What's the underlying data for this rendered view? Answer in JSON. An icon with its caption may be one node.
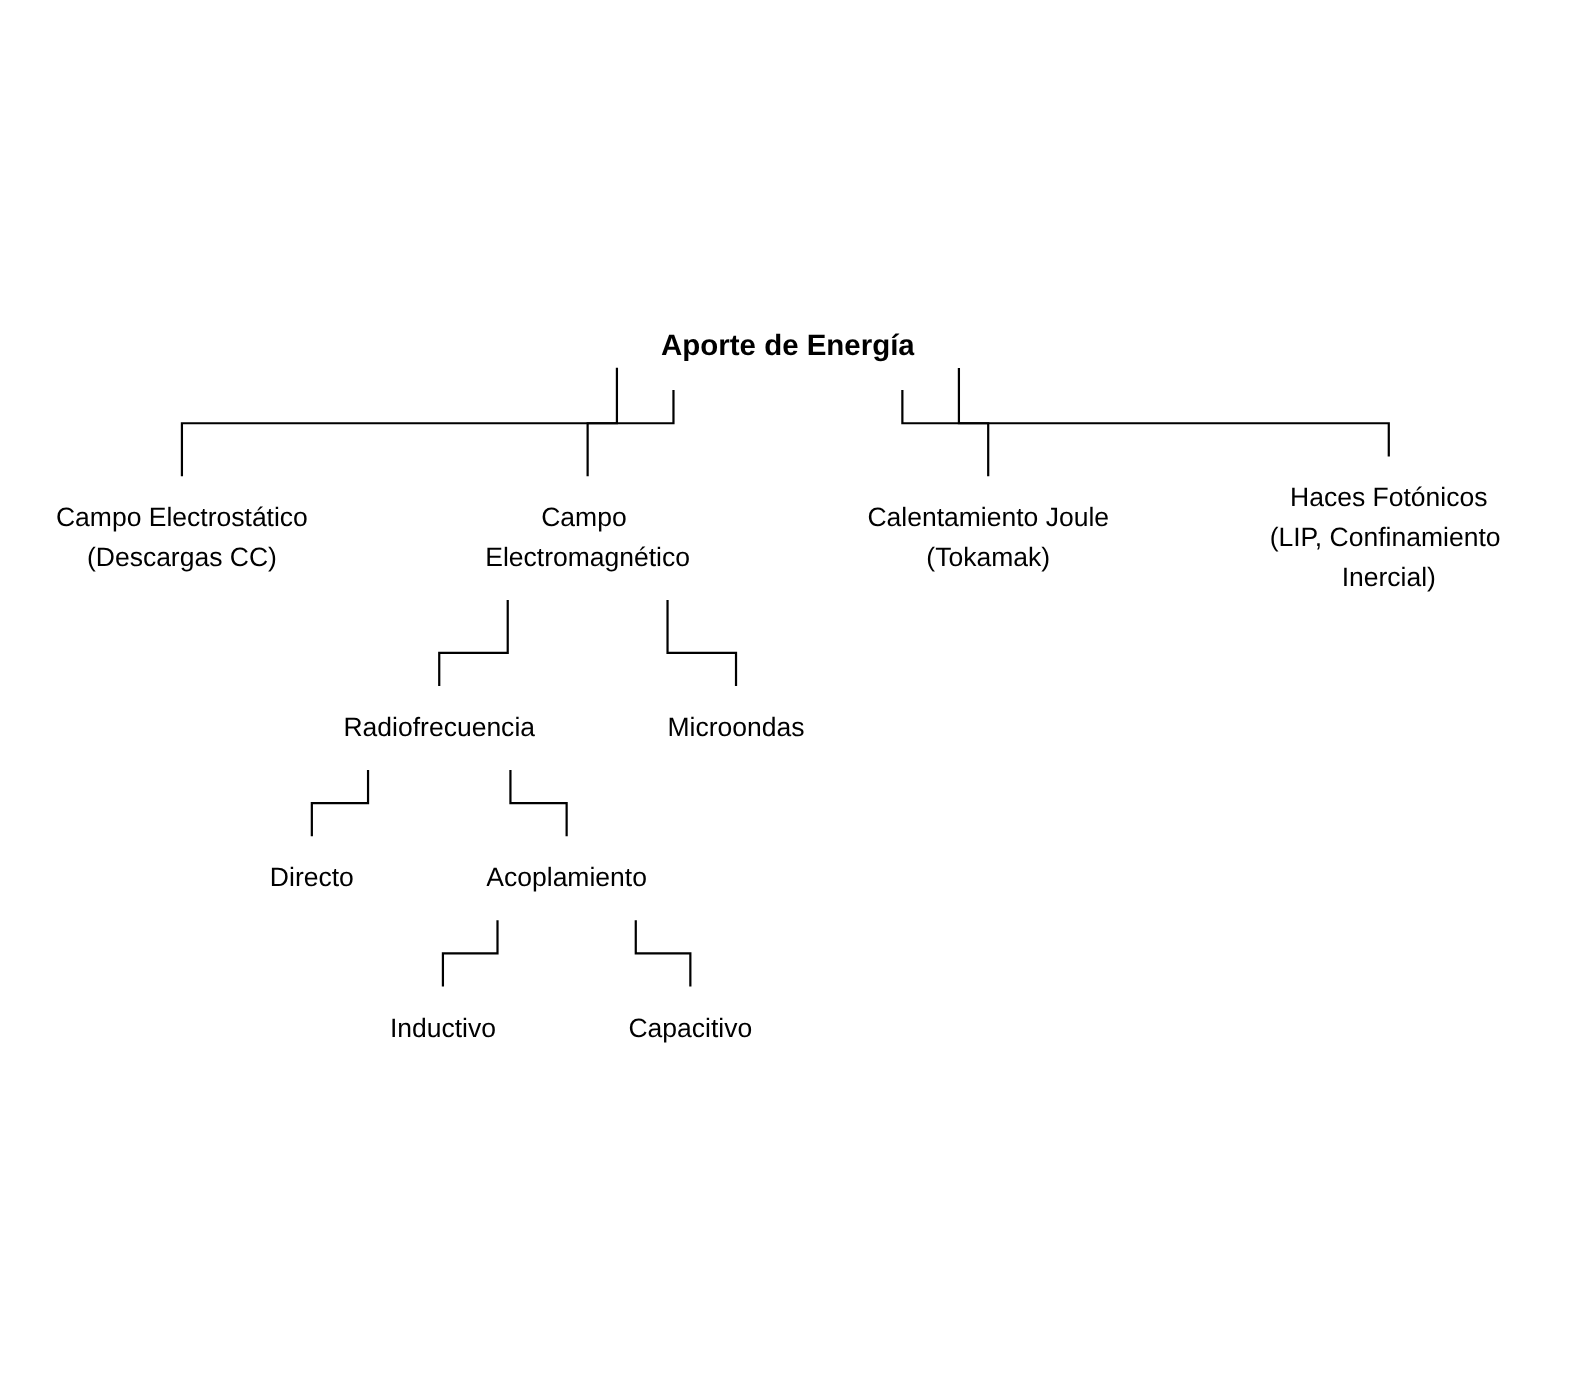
{
  "diagram": {
    "nodes": [
      {
        "text": [
          "Aporte de Energía"
        ]
      },
      {
        "text": [
          "Campo Electrostático",
          "(Descargas CC)"
        ]
      },
      {
        "text": [
          "Campo Electromagnético"
        ]
      },
      {
        "text": [
          "Calentamiento Joule",
          "(Tokamak)"
        ]
      },
      {
        "text": [
          "Haces Fotónicos",
          "(LIP, Confinamiento Inercial)"
        ]
      },
      {
        "text": [
          "Radiofrecuencia"
        ]
      },
      {
        "text": [
          "Microondas"
        ]
      },
      {
        "text": [
          "Directo"
        ]
      },
      {
        "text": [
          "Acoplamiento"
        ]
      },
      {
        "text": [
          "Inductivo"
        ]
      },
      {
        "text": [
          "Capacitivo"
        ]
      }
    ],
    "edges": [
      {
        "from": 0,
        "to": 1,
        "arrow": "none"
      },
      {
        "from": 0,
        "to": 2,
        "arrow": "none"
      },
      {
        "from": 0,
        "to": 3,
        "arrow": "none"
      },
      {
        "from": 0,
        "to": 4,
        "arrow": "none"
      },
      {
        "from": 2,
        "to": 5,
        "arrow": "none"
      },
      {
        "from": 2,
        "to": 6,
        "arrow": "none"
      },
      {
        "from": 5,
        "to": 7,
        "arrow": "none"
      },
      {
        "from": 5,
        "to": 8,
        "arrow": "none"
      },
      {
        "from": 8,
        "to": 9,
        "arrow": "none"
      },
      {
        "from": 8,
        "to": 10,
        "arrow": "none"
      }
    ]
  }
}
